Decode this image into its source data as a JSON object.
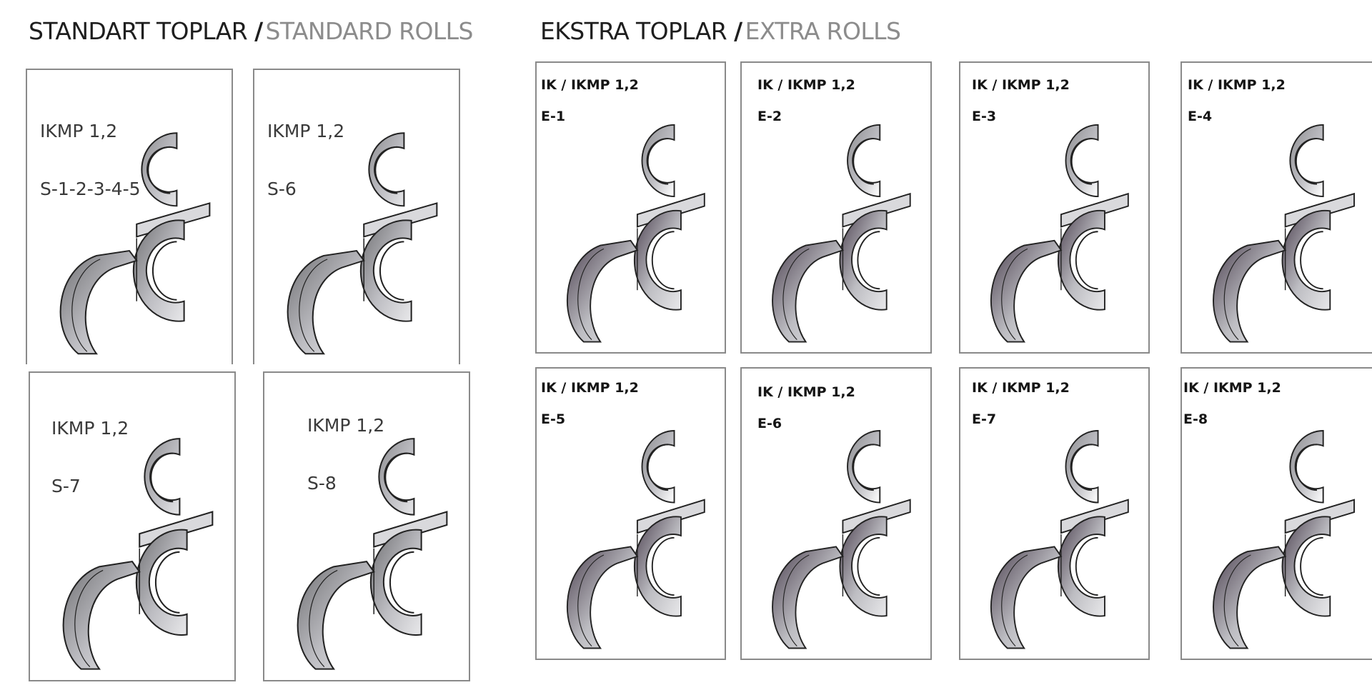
{
  "headings": {
    "standard": {
      "main": "STANDART TOPLAR",
      "separator": "/",
      "sub": "STANDARD ROLLS"
    },
    "extra": {
      "main": "EKSTRA TOPLAR",
      "separator": "/",
      "sub": "EXTRA ROLLS"
    }
  },
  "standard_rolls": [
    {
      "model": "IKMP 1,2",
      "code": "S-1-2-3-4-5"
    },
    {
      "model": "IKMP 1,2",
      "code": "S-6"
    },
    {
      "model": "IKMP 1,2",
      "code": "S-7"
    },
    {
      "model": "IKMP 1,2",
      "code": "S-8"
    }
  ],
  "extra_rolls": [
    {
      "model": "IK / IKMP 1,2",
      "code": "E-1"
    },
    {
      "model": "IK / IKMP 1,2",
      "code": "E-2"
    },
    {
      "model": "IK / IKMP 1,2",
      "code": "E-3"
    },
    {
      "model": "IK / IKMP 1,2",
      "code": "E-4"
    },
    {
      "model": "IK / IKMP 1,2",
      "code": "E-5"
    },
    {
      "model": "IK / IKMP 1,2",
      "code": "E-6"
    },
    {
      "model": "IK / IKMP 1,2",
      "code": "E-7"
    },
    {
      "model": "IK / IKMP 1,2",
      "code": "E-8"
    }
  ],
  "colors": {
    "border": "#8a8a8a",
    "heading": "#1e1e1e",
    "subheading": "#8c8c8c",
    "metal_dark": "#4a3f4e",
    "metal_light": "#e8e8ea"
  }
}
